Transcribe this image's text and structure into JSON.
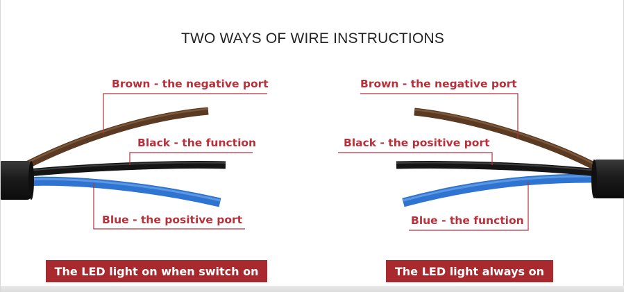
{
  "title": "TWO WAYS OF WIRE INSTRUCTIONS",
  "left": {
    "brown_label": "Brown - the negative port",
    "black_label": "Black - the function",
    "blue_label": "Blue -  the positive port",
    "banner": "The LED light on when switch on"
  },
  "right": {
    "brown_label": "Brown - the negative port",
    "black_label": "Black -  the positive port",
    "blue_label": "Blue - the function",
    "banner": "The LED light always on"
  },
  "colors": {
    "label": "#b8303a",
    "banner": "#a92a2e",
    "brown_wire": "#5a3a22",
    "black_wire": "#151515",
    "blue_wire": "#2f74d0",
    "jacket": "#1b1b1b"
  }
}
